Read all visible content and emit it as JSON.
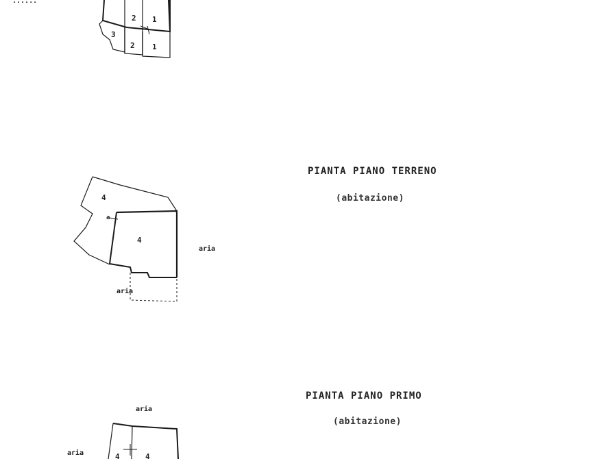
{
  "header_fragment": "......",
  "plan_top": {
    "rooms": [
      "2",
      "1",
      "3",
      "2",
      "1"
    ]
  },
  "plan_ground": {
    "title": "PIANTA PIANO TERRENO",
    "subtitle": "(abitazione)",
    "rooms": [
      "4",
      "4",
      "a"
    ],
    "labels": [
      "aria",
      "aria"
    ]
  },
  "plan_first": {
    "title": "PIANTA PIANO PRIMO",
    "subtitle": "(abitazione)",
    "rooms": [
      "4",
      "4"
    ],
    "labels": [
      "aria",
      "aria"
    ]
  },
  "colors": {
    "ink": "#1a1a1a",
    "paper": "#ffffff"
  }
}
